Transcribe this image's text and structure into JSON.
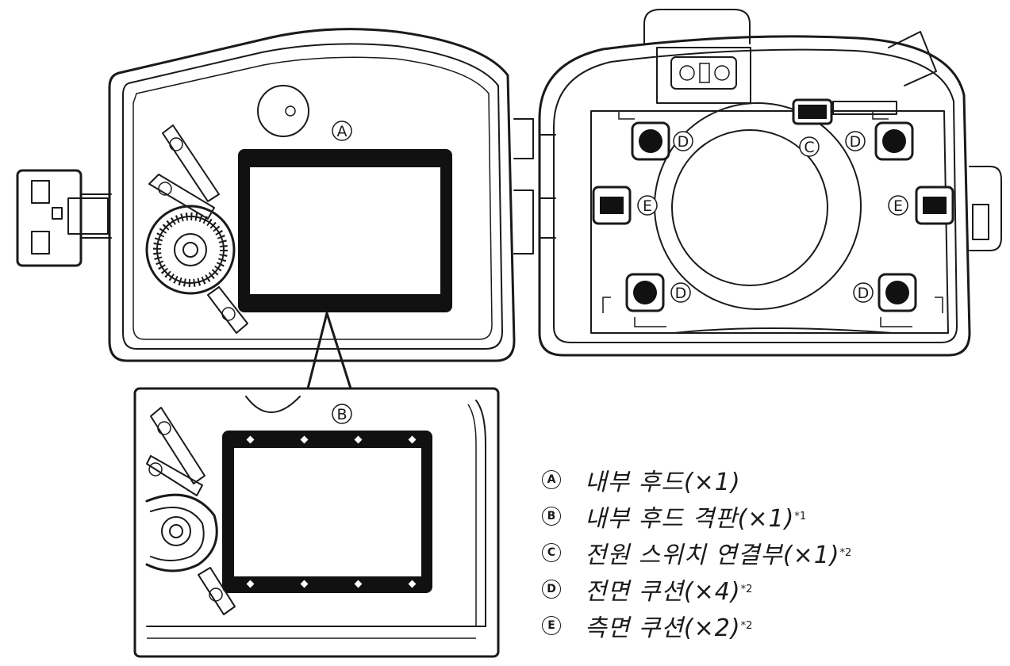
{
  "callout_letters": {
    "A": "A",
    "B": "B",
    "C": "C",
    "D": "D",
    "E": "E"
  },
  "legend": [
    {
      "key": "A",
      "text": "내부 후드(×1)",
      "note": ""
    },
    {
      "key": "B",
      "text": "내부 후드 격판(×1)",
      "note": "*1"
    },
    {
      "key": "C",
      "text": "전원 스위치 연결부(×1)",
      "note": "*2"
    },
    {
      "key": "D",
      "text": "전면 쿠션(×4)",
      "note": "*2"
    },
    {
      "key": "E",
      "text": "측면 쿠션(×2)",
      "note": "*2"
    }
  ]
}
